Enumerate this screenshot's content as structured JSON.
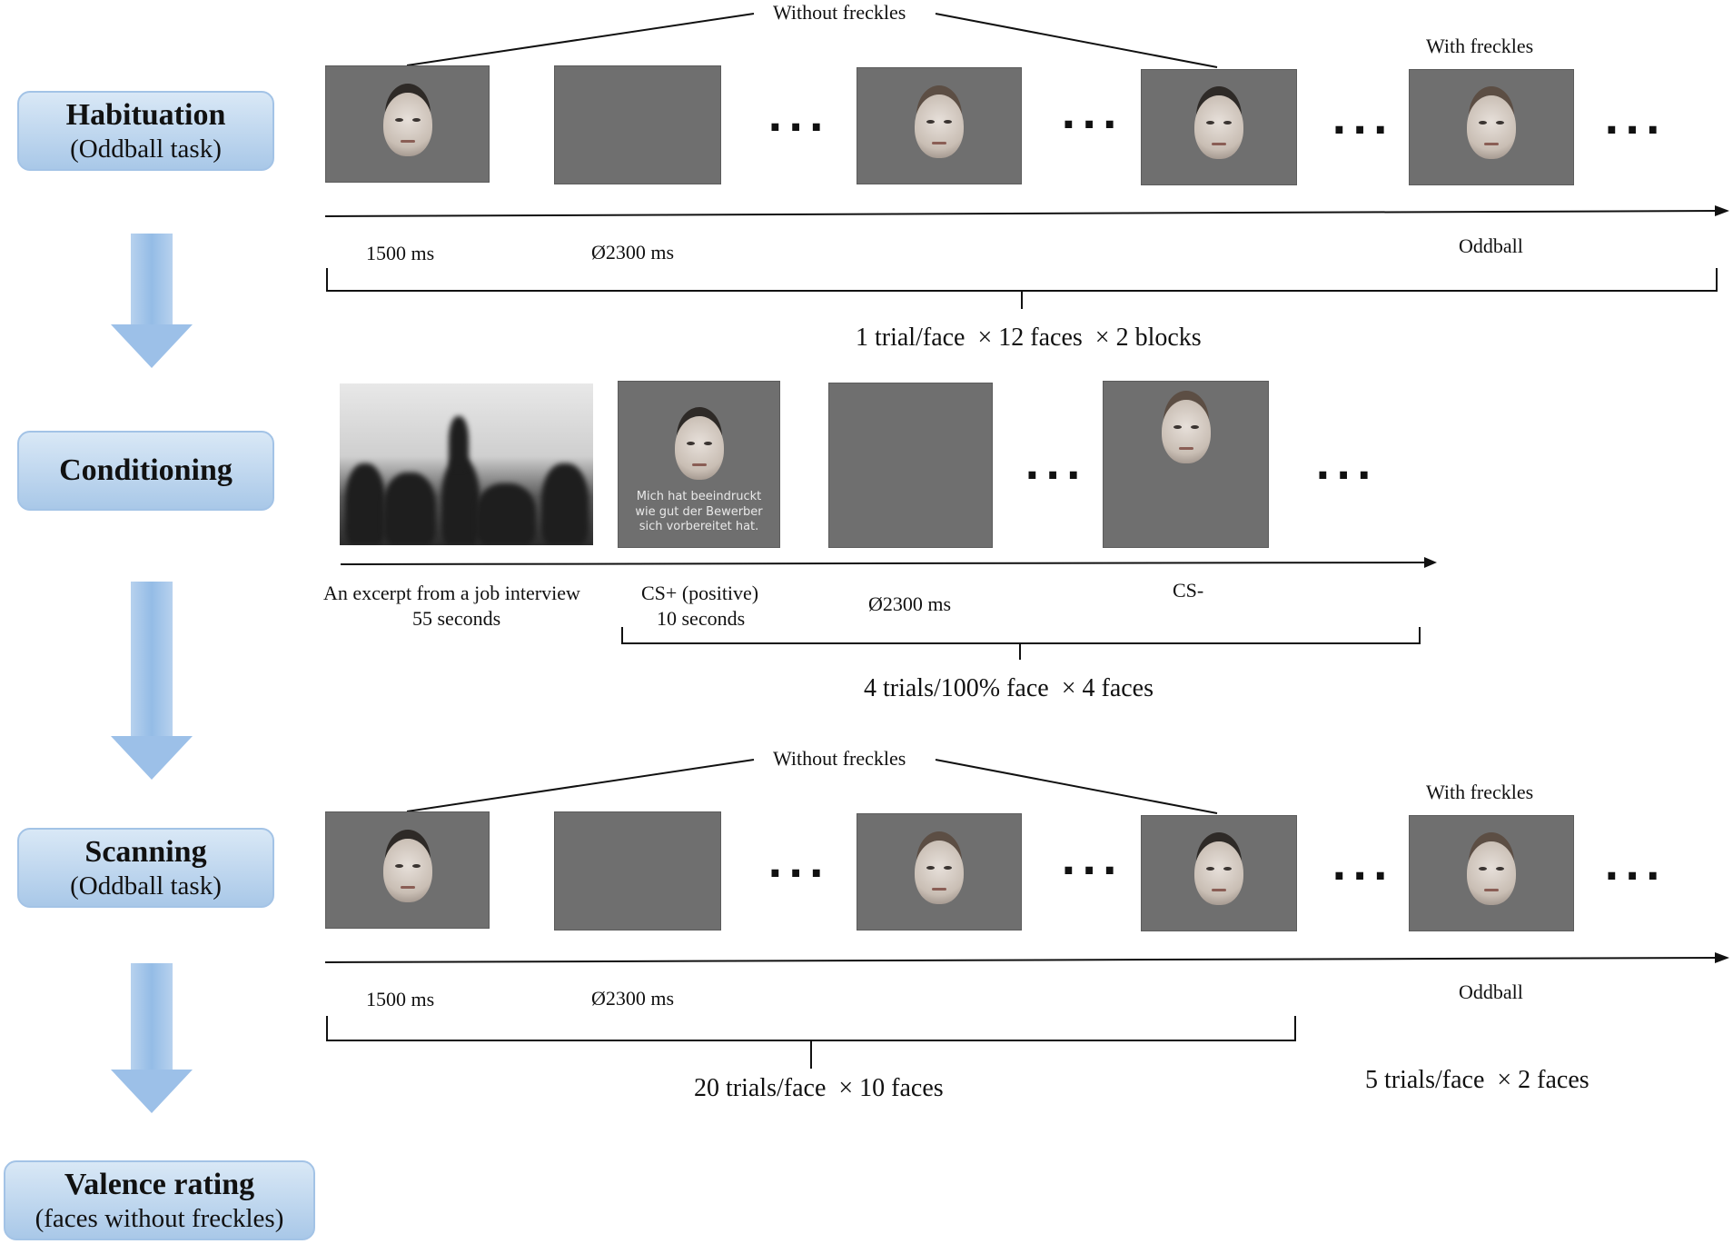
{
  "phases": {
    "habituation": {
      "title": "Habituation",
      "subtitle": "(Oddball task)"
    },
    "conditioning": {
      "title": "Conditioning"
    },
    "scanning": {
      "title": "Scanning",
      "subtitle": "(Oddball task)"
    },
    "valence": {
      "title": "Valence rating",
      "subtitle": "(faces without freckles)"
    }
  },
  "habituation": {
    "without_freckles": "Without freckles",
    "with_freckles": "With freckles",
    "face_duration": "1500 ms",
    "blank_duration": "Ø2300 ms",
    "oddball": "Oddball",
    "summary": "1 trial/face  × 12 faces  × 2 blocks"
  },
  "conditioning": {
    "video_label_1": "An excerpt from a job interview",
    "video_label_2": "55 seconds",
    "cs_plus_1": "CS+ (positive)",
    "cs_plus_2": "10 seconds",
    "blank_duration": "Ø2300 ms",
    "cs_minus": "CS-",
    "overlay_text": "Mich hat beeindruckt\nwie gut der Bewerber\nsich vorbereitet hat.",
    "summary": "4 trials/100% face  × 4 faces"
  },
  "scanning": {
    "without_freckles": "Without freckles",
    "with_freckles": "With freckles",
    "face_duration": "1500 ms",
    "blank_duration": "Ø2300 ms",
    "oddball": "Oddball",
    "summary_regular": "20 trials/face  × 10 faces",
    "summary_oddball": "5 trials/face  × 2 faces"
  },
  "ellipsis": "..."
}
